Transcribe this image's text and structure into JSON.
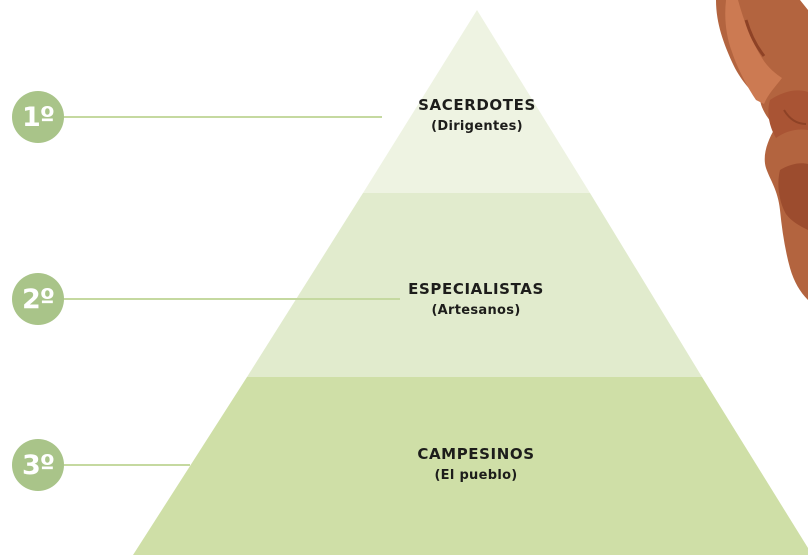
{
  "pyramid": {
    "tiers": [
      {
        "rank": "1º",
        "name": "SACERDOTES",
        "sub": "(Dirigentes)",
        "color": "#eef3e2"
      },
      {
        "rank": "2º",
        "name": "ESPECIALISTAS",
        "sub": "(Artesanos)",
        "color": "#e1ebcd"
      },
      {
        "rank": "3º",
        "name": "CAMPESINOS",
        "sub": "(El pueblo)",
        "color": "#cfdfa7"
      }
    ],
    "badge_color": "#a9c489",
    "line_color": "#c5d9a0"
  },
  "artifact": {
    "kind": "ceramic-vessel-photo-fragment"
  }
}
